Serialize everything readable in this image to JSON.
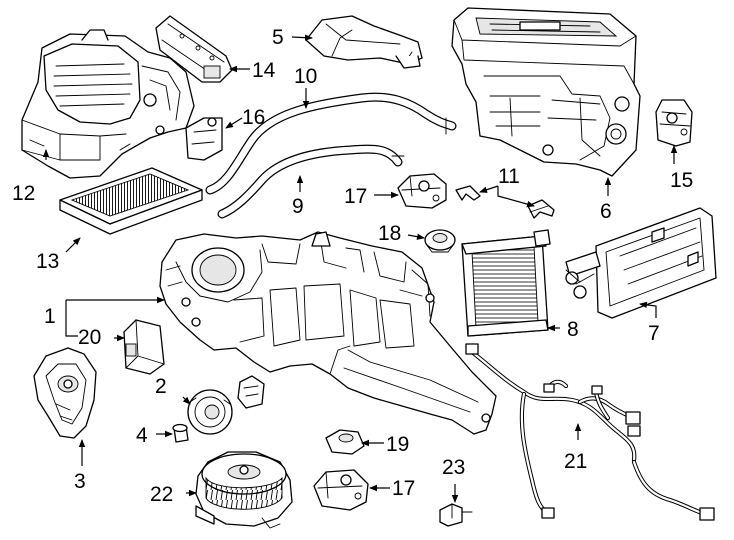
{
  "callouts": [
    {
      "id": "c1",
      "text": "1"
    },
    {
      "id": "c2",
      "text": "2"
    },
    {
      "id": "c3",
      "text": "3"
    },
    {
      "id": "c4",
      "text": "4"
    },
    {
      "id": "c5",
      "text": "5"
    },
    {
      "id": "c6",
      "text": "6"
    },
    {
      "id": "c7",
      "text": "7"
    },
    {
      "id": "c8",
      "text": "8"
    },
    {
      "id": "c9",
      "text": "9"
    },
    {
      "id": "c10",
      "text": "10"
    },
    {
      "id": "c11",
      "text": "11"
    },
    {
      "id": "c12",
      "text": "12"
    },
    {
      "id": "c13",
      "text": "13"
    },
    {
      "id": "c14",
      "text": "14"
    },
    {
      "id": "c15",
      "text": "15"
    },
    {
      "id": "c16",
      "text": "16"
    },
    {
      "id": "c17a",
      "text": "17"
    },
    {
      "id": "c17b",
      "text": "17"
    },
    {
      "id": "c18",
      "text": "18"
    },
    {
      "id": "c19",
      "text": "19"
    },
    {
      "id": "c20",
      "text": "20"
    },
    {
      "id": "c21",
      "text": "21"
    },
    {
      "id": "c22",
      "text": "22"
    },
    {
      "id": "c23",
      "text": "23"
    }
  ]
}
